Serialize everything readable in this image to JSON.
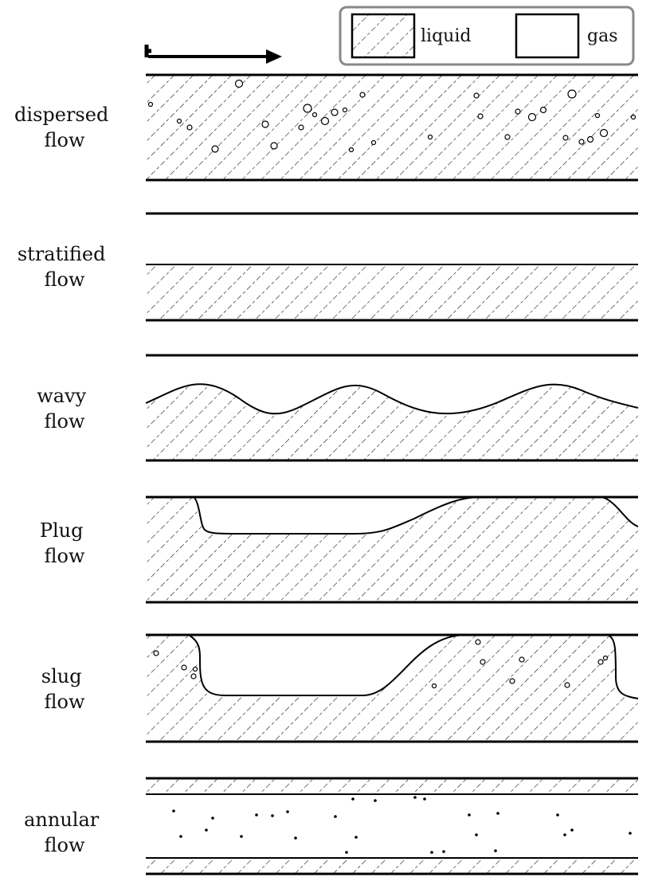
{
  "legend": {
    "liquid_label": "liquid",
    "gas_label": "gas"
  },
  "regimes": [
    {
      "id": "dispersed",
      "label_lines": [
        "dispersed",
        "flow"
      ]
    },
    {
      "id": "stratified",
      "label_lines": [
        "stratified",
        "flow"
      ]
    },
    {
      "id": "wavy",
      "label_lines": [
        "wavy",
        "flow"
      ]
    },
    {
      "id": "plug",
      "label_lines": [
        "Plug",
        "flow"
      ]
    },
    {
      "id": "slug",
      "label_lines": [
        "slug",
        "flow"
      ]
    },
    {
      "id": "annular",
      "label_lines": [
        "annular",
        "flow"
      ]
    }
  ],
  "icons": {
    "flow_direction": "arrow-right-icon"
  },
  "colors": {
    "line": "#000000",
    "legend_border": "#888888",
    "background": "#ffffff"
  }
}
